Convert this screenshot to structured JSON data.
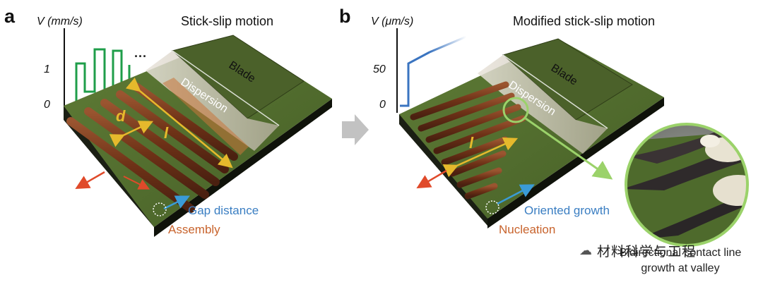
{
  "panel_a": {
    "letter": "a",
    "title": "Stick-slip motion",
    "axis_label": "V (mm/s)",
    "ticks": [
      "1",
      "0"
    ],
    "ellipsis": "···",
    "blade": "Blade",
    "dispersion": "Dispersion",
    "d_label": "d",
    "l_label": "l",
    "gap_label": "Gap distance",
    "assembly_label": "Assembly",
    "colors": {
      "waveform": "#1f9e4a",
      "substrate": "#4e6a2c",
      "wire": "#7a3b1d"
    }
  },
  "panel_b": {
    "letter": "b",
    "title": "Modified stick-slip motion",
    "axis_label": "V (μm/s)",
    "ticks": [
      "50",
      "0"
    ],
    "blade": "Blade",
    "dispersion": "Dispersion",
    "l_label": "l",
    "growth_label": "Oriented growth",
    "nucleation_label": "Nucleation",
    "caption_line1": "Bidirectional contact line",
    "caption_line2": "growth at valley",
    "colors": {
      "waveform": "#3a74c0",
      "inset_ring": "#9bd26a"
    }
  },
  "watermark": {
    "text": "材料科学与工程"
  }
}
